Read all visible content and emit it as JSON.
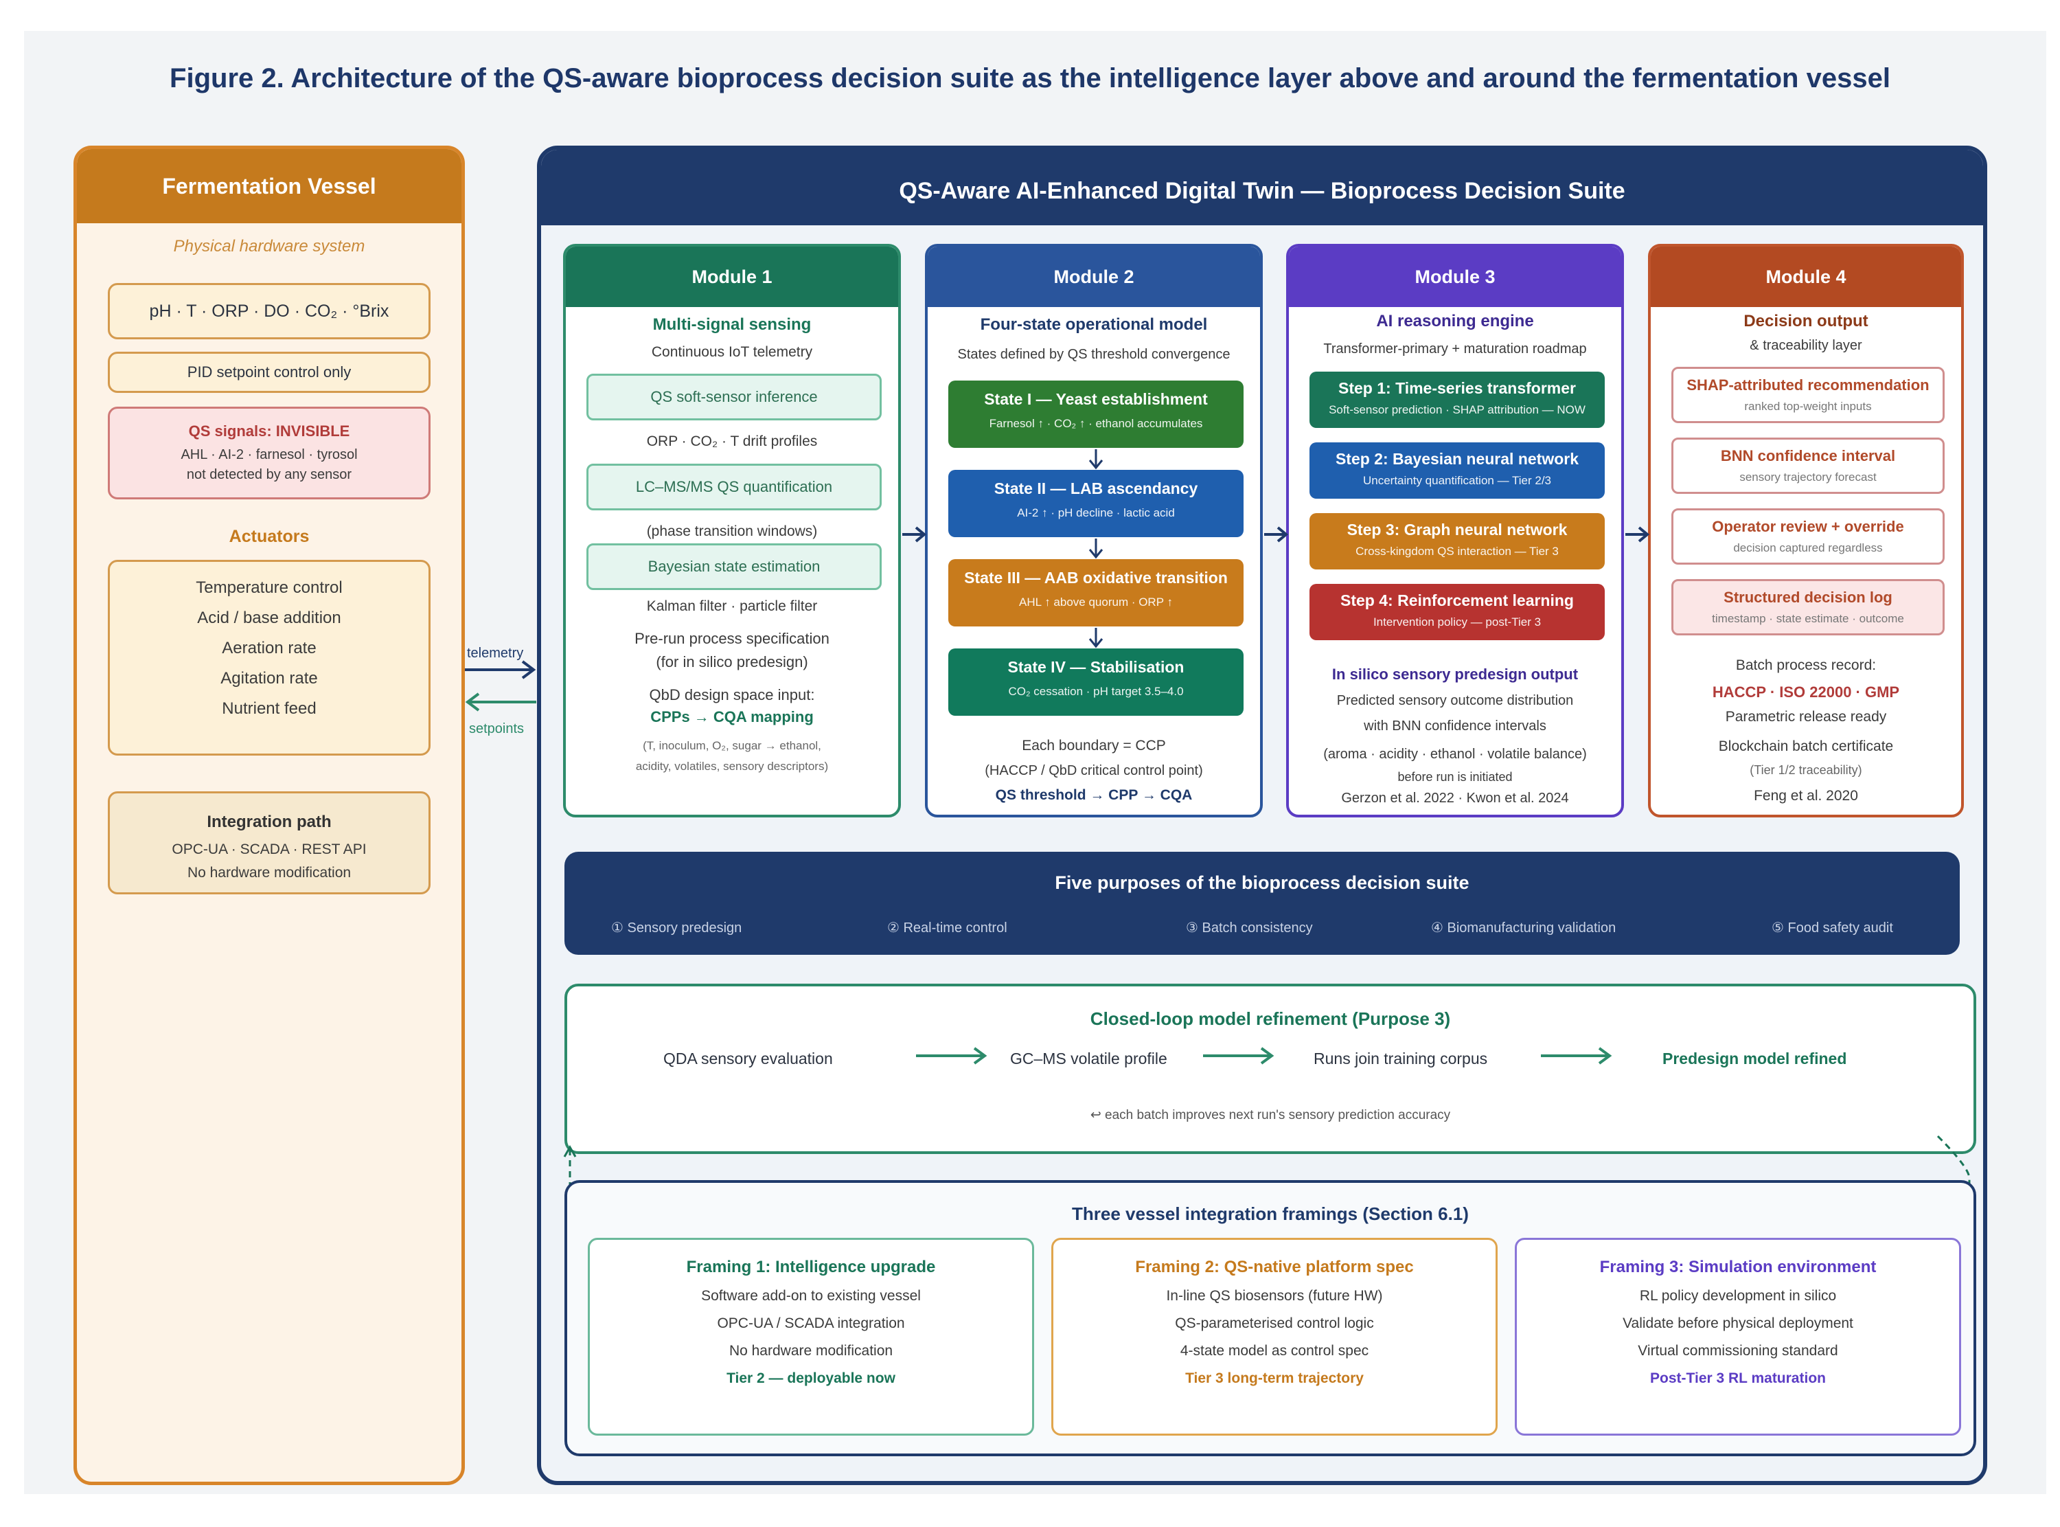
{
  "title": "Figure 2. Architecture of the QS-aware bioprocess decision suite as the intelligence layer above and around the fermentation vessel",
  "vessel": {
    "header": "Fermentation Vessel",
    "subtitle": "Physical hardware system",
    "sensors": "pH · T · ORP · DO · CO₂ · °Brix",
    "pid": "PID setpoint control only",
    "qs_title": "QS signals: INVISIBLE",
    "qs_molecules": "AHL · AI-2 · farnesol · tyrosol",
    "qs_note": "not detected by any sensor",
    "actuators_title": "Actuators",
    "actuators": [
      "Temperature control",
      "Acid / base addition",
      "Aeration rate",
      "Agitation rate",
      "Nutrient feed"
    ],
    "integration_title": "Integration path",
    "integration_protocols": "OPC-UA · SCADA · REST API",
    "integration_note": "No hardware modification"
  },
  "links": {
    "telemetry": "telemetry",
    "setpoints": "setpoints"
  },
  "suite": {
    "header": "QS-Aware AI-Enhanced Digital Twin — Bioprocess Decision Suite",
    "module1": {
      "header": "Module 1",
      "title": "Multi-signal sensing",
      "subtitle": "Continuous IoT telemetry",
      "box1": "QS soft-sensor inference",
      "box1_note": "ORP · CO₂ · T drift profiles",
      "box2": "LC–MS/MS QS quantification",
      "box2_note": "(phase transition windows)",
      "box3": "Bayesian state estimation",
      "box3_note": "Kalman filter · particle filter",
      "spec1": "Pre-run process specification",
      "spec2": "(for in silico predesign)",
      "qbd": "QbD design space input:",
      "cpp": "CPPs → CQA mapping",
      "detail1": "(T, inoculum, O₂, sugar → ethanol,",
      "detail2": "acidity, volatiles, sensory descriptors)"
    },
    "module2": {
      "header": "Module 2",
      "title": "Four-state operational model",
      "subtitle": "States defined by QS threshold convergence",
      "states": [
        {
          "title": "State I — Yeast establishment",
          "sub": "Farnesol ↑ · CO₂ ↑ · ethanol accumulates"
        },
        {
          "title": "State II — LAB ascendancy",
          "sub": "AI-2 ↑ · pH decline · lactic acid"
        },
        {
          "title": "State III — AAB oxidative transition",
          "sub": "AHL ↑ above quorum · ORP ↑"
        },
        {
          "title": "State IV — Stabilisation",
          "sub": "CO₂ cessation · pH target 3.5–4.0"
        }
      ],
      "note1": "Each boundary = CCP",
      "note2": "(HACCP / QbD critical control point)",
      "note3": "QS threshold → CPP → CQA"
    },
    "module3": {
      "header": "Module 3",
      "title": "AI reasoning engine",
      "subtitle": "Transformer-primary + maturation roadmap",
      "steps": [
        {
          "title": "Step 1: Time-series transformer",
          "sub": "Soft-sensor prediction · SHAP attribution — NOW"
        },
        {
          "title": "Step 2: Bayesian neural network",
          "sub": "Uncertainty quantification — Tier 2/3"
        },
        {
          "title": "Step 3: Graph neural network",
          "sub": "Cross-kingdom QS interaction — Tier 3"
        },
        {
          "title": "Step 4: Reinforcement learning",
          "sub": "Intervention policy — post-Tier 3"
        }
      ],
      "output_title": "In silico sensory predesign output",
      "output1": "Predicted sensory outcome distribution",
      "output2": "with BNN confidence intervals",
      "output3": "(aroma · acidity · ethanol · volatile balance)",
      "output4": "before run is initiated",
      "refs": "Gerzon et al. 2022 · Kwon et al. 2024"
    },
    "module4": {
      "header": "Module 4",
      "title": "Decision output",
      "subtitle": "& traceability layer",
      "outputs": [
        {
          "title": "SHAP-attributed recommendation",
          "sub": "ranked top-weight inputs"
        },
        {
          "title": "BNN confidence interval",
          "sub": "sensory trajectory forecast"
        },
        {
          "title": "Operator review + override",
          "sub": "decision captured regardless"
        },
        {
          "title": "Structured decision log",
          "sub": "timestamp · state estimate · outcome"
        }
      ],
      "batch": "Batch process record:",
      "standards": "HACCP · ISO 22000 · GMP",
      "release": "Parametric release ready",
      "blockchain": "Blockchain batch certificate",
      "tier": "(Tier 1/2 traceability)",
      "ref": "Feng et al. 2020"
    }
  },
  "purposes": {
    "title": "Five purposes of the bioprocess decision suite",
    "items": [
      "① Sensory predesign",
      "② Real-time control",
      "③ Batch consistency",
      "④ Biomanufacturing validation",
      "⑤ Food safety audit"
    ]
  },
  "loop": {
    "title": "Closed-loop model refinement (Purpose 3)",
    "steps": [
      "QDA sensory evaluation",
      "GC–MS volatile profile",
      "Runs join training corpus",
      "Predesign model refined"
    ],
    "note": "↩ each batch improves next run's sensory prediction accuracy"
  },
  "framings": {
    "title": "Three vessel integration framings (Section 6.1)",
    "items": [
      {
        "title": "Framing 1: Intelligence upgrade",
        "lines": [
          "Software add-on to existing vessel",
          "OPC-UA / SCADA integration",
          "No hardware modification"
        ],
        "emphasis": "Tier 2 — deployable now"
      },
      {
        "title": "Framing 2: QS-native platform spec",
        "lines": [
          "In-line QS biosensors (future HW)",
          "QS-parameterised control logic",
          "4-state model as control spec"
        ],
        "emphasis": "Tier 3 long-term trajectory"
      },
      {
        "title": "Framing 3: Simulation environment",
        "lines": [
          "RL policy development in silico",
          "Validate before physical deployment",
          "Virtual commissioning standard"
        ],
        "emphasis": "Post-Tier 3 RL maturation"
      }
    ]
  },
  "colors": {
    "navy": "#1f3a6b",
    "orange": "#c57a1d",
    "green": "#1a7558",
    "blue": "#2a559c",
    "purple": "#5b3cc4",
    "rust": "#b34a22",
    "state_green": "#2e7d32",
    "state_blue": "#1f5fae",
    "state_orange": "#c87b1c",
    "state_teal": "#117a5c"
  }
}
